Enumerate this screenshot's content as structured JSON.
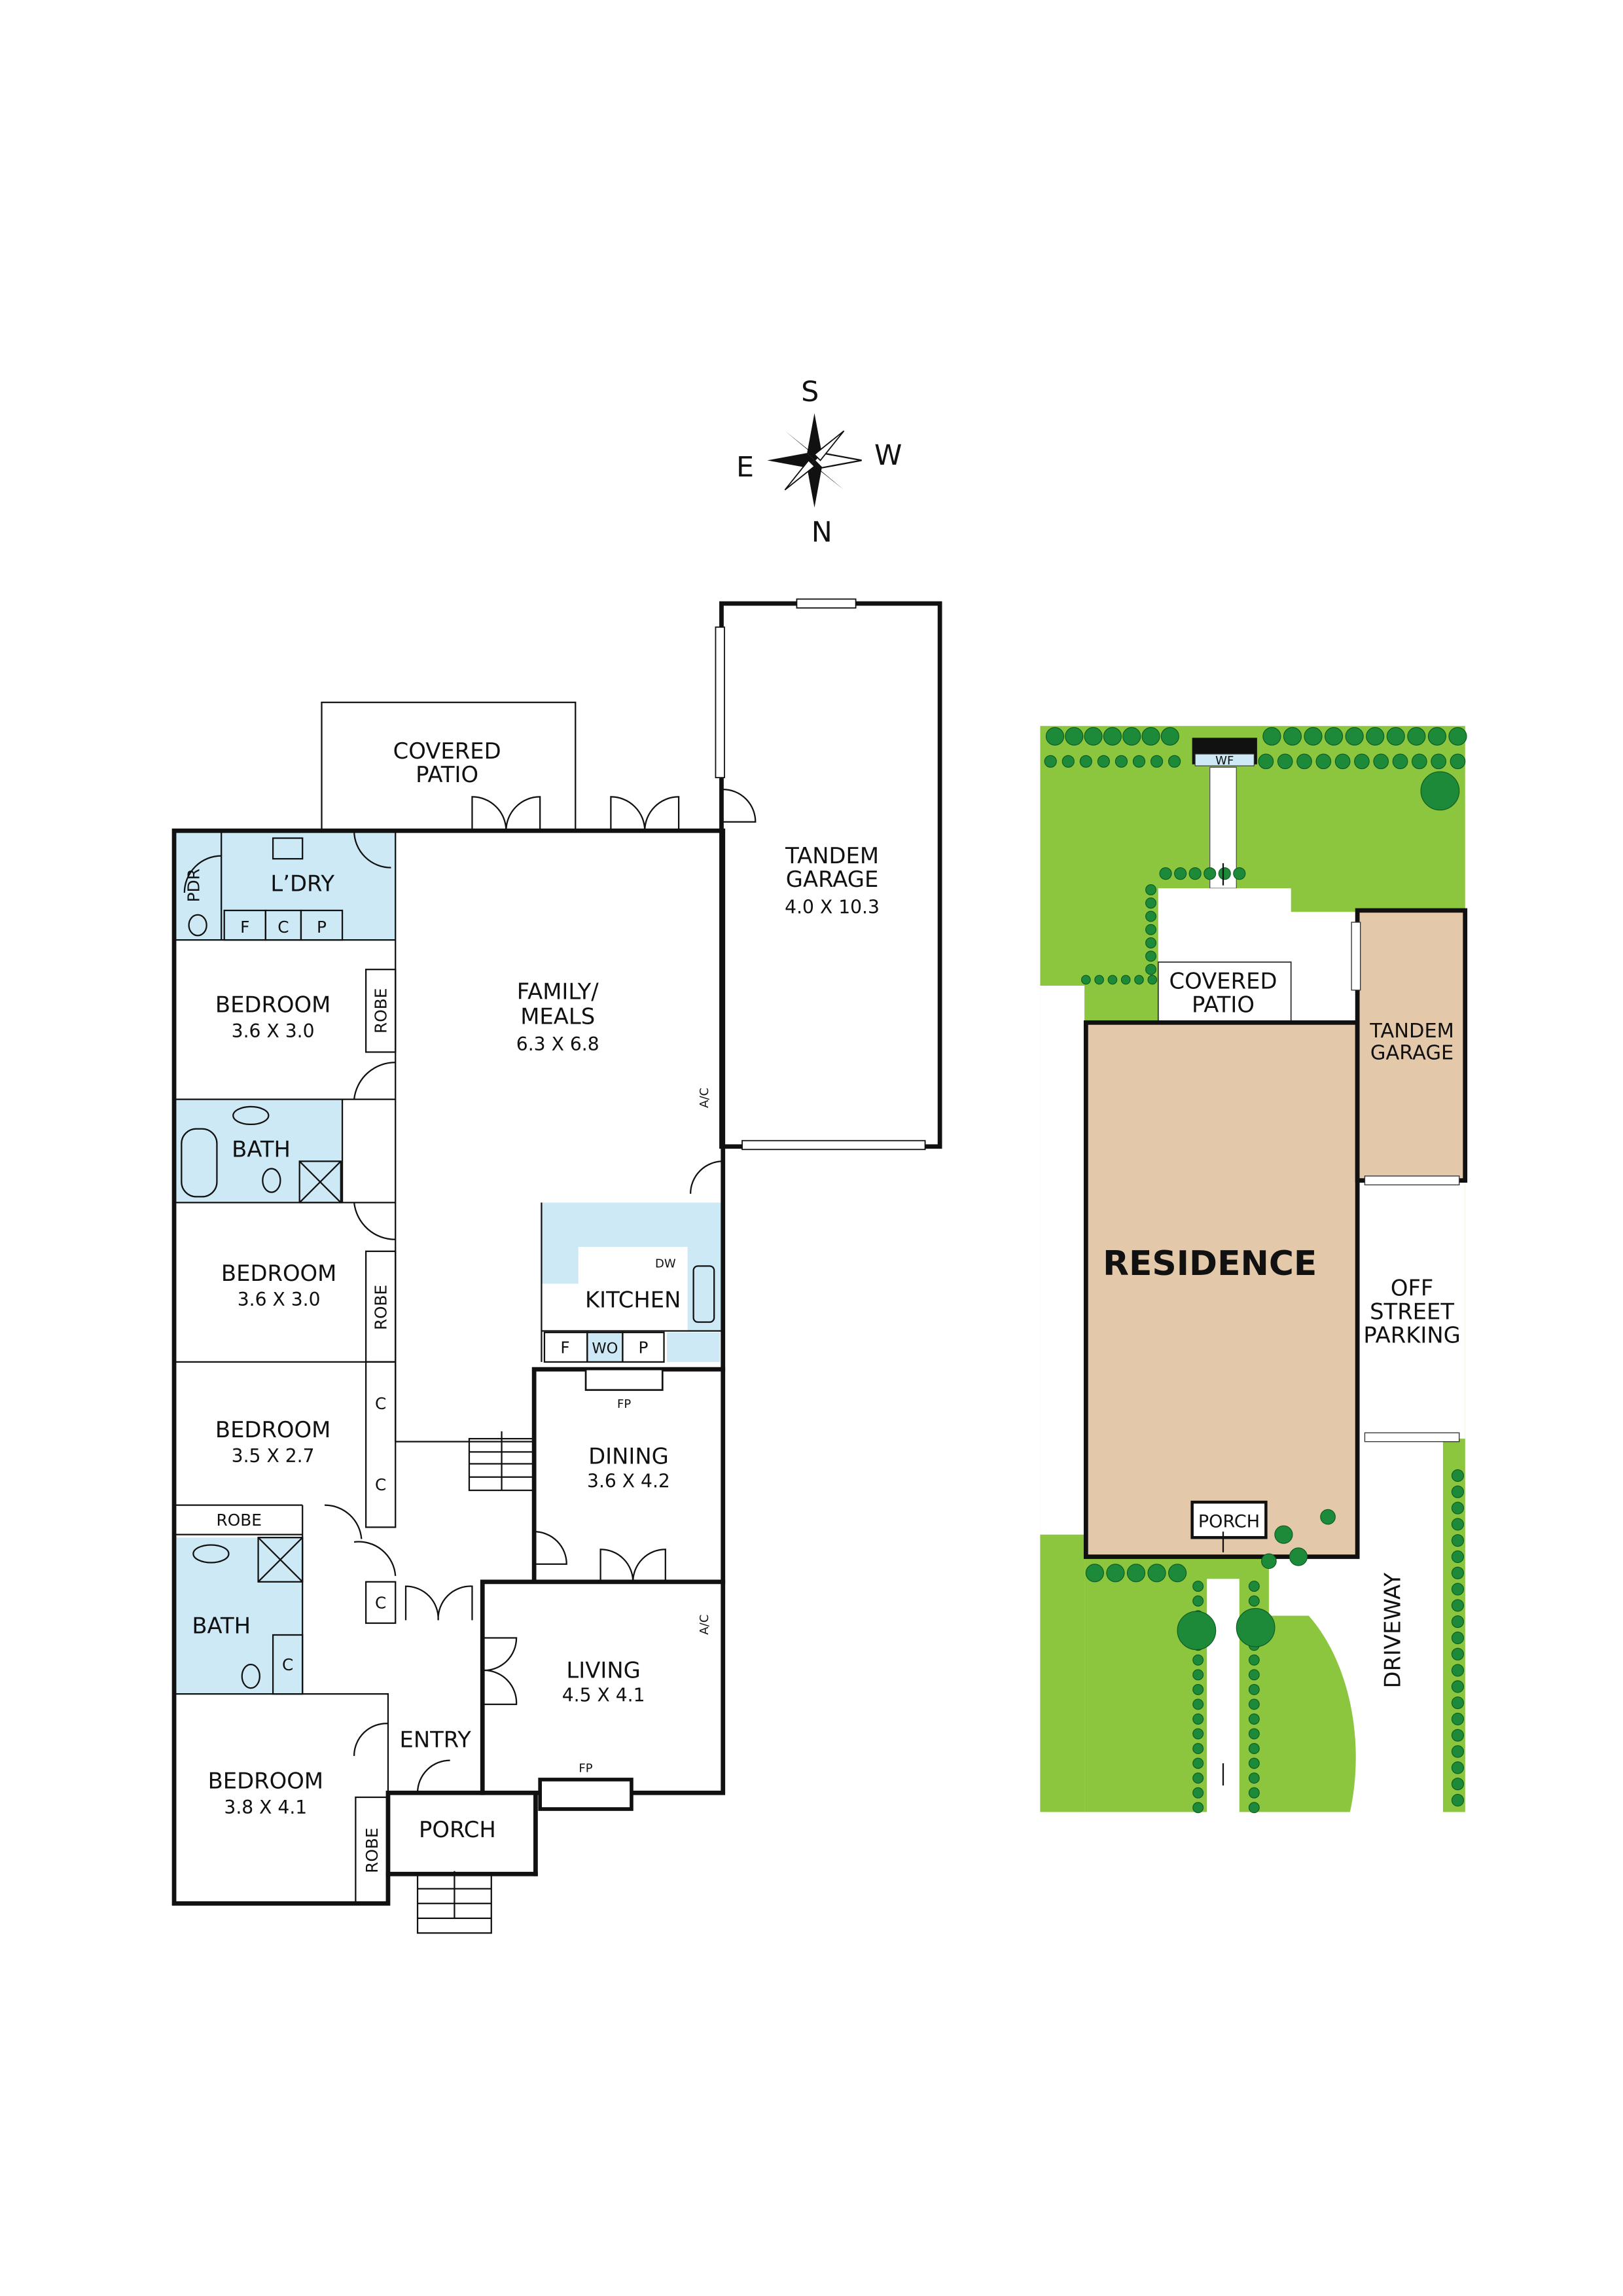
{
  "compass": {
    "s": "S",
    "w": "W",
    "e": "E",
    "n": "N"
  },
  "floor_plan": {
    "covered_patio": [
      "COVERED",
      "PATIO"
    ],
    "tandem_garage": [
      "TANDEM",
      "GARAGE",
      "4.0 X 10.3"
    ],
    "pdr": "PDR",
    "laundry": "L’DRY",
    "laundry_cupboards": [
      "F",
      "C",
      "P"
    ],
    "bedroom1": [
      "BEDROOM",
      "3.6 X 3.0"
    ],
    "bedroom2": [
      "BEDROOM",
      "3.6 X 3.0"
    ],
    "bedroom3": [
      "BEDROOM",
      "3.5 X 2.7"
    ],
    "bedroom4": [
      "BEDROOM",
      "3.8 X 4.1"
    ],
    "robe": "ROBE",
    "bath": "BATH",
    "closet": "C",
    "family_meals": [
      "FAMILY/",
      "MEALS",
      "6.3 X 6.8"
    ],
    "ac": "A/C",
    "kitchen": "KITCHEN",
    "dishwasher": "DW",
    "kitchen_cupboards": [
      "F",
      "WO",
      "P"
    ],
    "dining": [
      "DINING",
      "3.6 X 4.2"
    ],
    "fireplace": "FP",
    "living": [
      "LIVING",
      "4.5 X 4.1"
    ],
    "entry": "ENTRY",
    "porch": "PORCH"
  },
  "site_plan": {
    "wf": "WF",
    "covered_patio": [
      "COVERED",
      "PATIO"
    ],
    "tandem_garage": [
      "TANDEM",
      "GARAGE"
    ],
    "residence": "RESIDENCE",
    "off_street_parking": [
      "OFF",
      "STREET",
      "PARKING"
    ],
    "porch": "PORCH",
    "driveway": "DRIVEWAY"
  },
  "colors": {
    "wet_area": "#cde9f6",
    "lawn": "#8cc63f",
    "building": "#e4c8aa",
    "shrub": "#1d8a3a",
    "wall": "#111111"
  }
}
